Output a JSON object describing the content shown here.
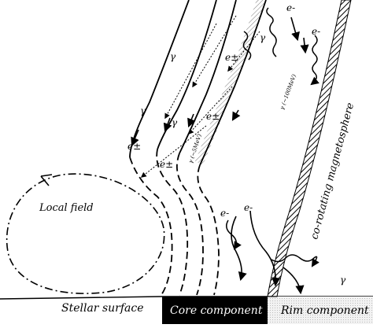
{
  "labels": {
    "local_field": "Local field",
    "stellar_surface": "Stellar surface",
    "core_component": "Core component",
    "rim_component": "Rim component",
    "corotating": "co-rotating magnetosphere"
  },
  "symbols": {
    "gamma": "γ",
    "e_pm": "e±",
    "e_minus": "e-",
    "gamma_100mev": "γ (~100MeV)",
    "gamma_5mev": "γ (~5MeV)"
  },
  "colors": {
    "core_fill": "#000000",
    "rim_fill": "#e6e6e6",
    "hatch": "#000000"
  }
}
